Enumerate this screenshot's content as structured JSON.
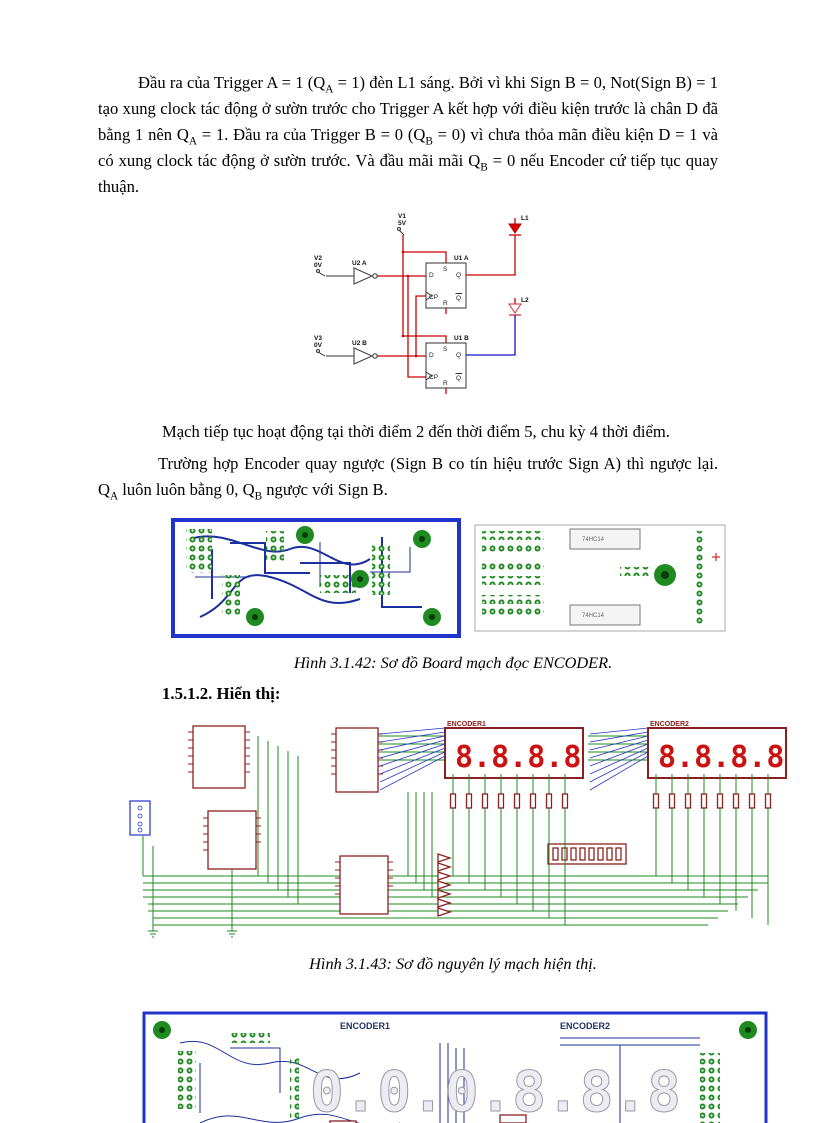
{
  "doc": {
    "p1": [
      {
        "t": "Đầu ra của Trigger  A = 1 (Q"
      },
      {
        "t": "A",
        "sub": true
      },
      {
        "t": " = 1) đèn L1 sáng. Bởi vì khi Sign B = 0, Not(Sign B) = 1 tạo xung  clock tác động ở sườn trước cho Trigger  A kết hợp với điều kiện trước là chân D đã bằng 1 nên Q"
      },
      {
        "t": "A",
        "sub": true
      },
      {
        "t": " = 1. Đầu ra của Trigger  B = 0 (Q"
      },
      {
        "t": "B",
        "sub": true
      },
      {
        "t": " = 0) vì chưa thỏa mãn điều kiện D = 1 và  có xung clock tác động ở sườn trước. Và đầu mãi mãi Q"
      },
      {
        "t": "B",
        "sub": true
      },
      {
        "t": " = 0 nếu Encoder cứ tiếp tục quay thuận."
      }
    ],
    "p2": "Mạch tiếp  tục hoạt động tại thời điểm 2 đến thời điểm 5, chu kỳ 4 thời điểm.",
    "p3": [
      {
        "t": "Trường  hợp Encoder quay ngược (Sign B co tín hiệu trước Sign A) thì ngược lại. Q"
      },
      {
        "t": "A",
        "sub": true
      },
      {
        "t": " luôn luôn bằng  0, Q"
      },
      {
        "t": "B",
        "sub": true
      },
      {
        "t": " ngược với Sign B."
      }
    ],
    "caption_42": "Hình 3.1.42: Sơ đồ Board mạch đọc ENCODER.",
    "heading_1512": "1.5.1.2. Hiển thị:",
    "caption_43": "Hình 3.1.43: Sơ đồ nguyên lý mạch hiện thị."
  },
  "ff": {
    "v1": "V1",
    "v1_val": "5V",
    "v2": "V2",
    "v2_val": "0V",
    "v3": "V3",
    "v3_val": "0V",
    "u2a": "U2 A",
    "u2b": "U2 B",
    "u1a": "U1 A",
    "u1b": "U1 B",
    "l1": "L1",
    "l2": "L2",
    "pin_d": "D",
    "pin_cp": "CP",
    "pin_s": "S",
    "pin_r": "R",
    "pin_q": "Q",
    "pin_qb": "Q"
  },
  "board1": {
    "chip_label": "74HC14"
  },
  "display": {
    "encoder1": "ENCODER1",
    "encoder2": "ENCODER2",
    "digits": "8.8.8.8"
  },
  "board2": {
    "encoder1": "ENCODER1",
    "encoder2": "ENCODER2",
    "ghost_digits": "0.0.0.8.8.8"
  },
  "colors": {
    "wire_red": "#cc0000",
    "wire_blue": "#1414cc",
    "wire_green": "#1e8a1e",
    "trace_navy": "#1b2f9e",
    "pad_green": "#1f8a1f",
    "component_maroon": "#8b2020",
    "digit_red": "#cc1111",
    "board_border_blue": "#2233cc"
  }
}
